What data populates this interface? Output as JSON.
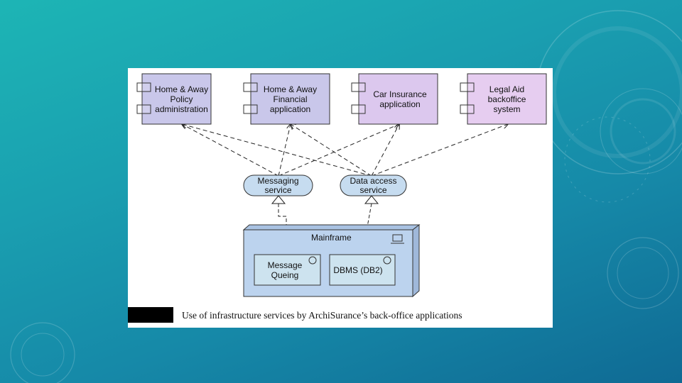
{
  "diagram": {
    "applications": [
      {
        "id": "app1",
        "label": "Home & Away\nPolicy\nadministration",
        "fill": "#c9c7ea"
      },
      {
        "id": "app2",
        "label": "Home & Away\nFinancial\napplication",
        "fill": "#c9c7ea"
      },
      {
        "id": "app3",
        "label": "Car Insurance\napplication",
        "fill": "#dcc8ee"
      },
      {
        "id": "app4",
        "label": "Legal Aid\nbackoffice\nsystem",
        "fill": "#e6cdf0"
      }
    ],
    "services": [
      {
        "id": "svc1",
        "label": "Messaging\nservice"
      },
      {
        "id": "svc2",
        "label": "Data access\nservice"
      }
    ],
    "node": {
      "label": "Mainframe",
      "components": [
        {
          "id": "comp1",
          "label": "Message\nQueing"
        },
        {
          "id": "comp2",
          "label": "DBMS (DB2)"
        }
      ]
    },
    "caption": "Use of infrastructure services by ArchiSurance’s back-office applications",
    "colors": {
      "service_fill": "#c6dcf0",
      "node_fill": "#bcd3ee",
      "component_fill": "#cde3ef"
    }
  }
}
